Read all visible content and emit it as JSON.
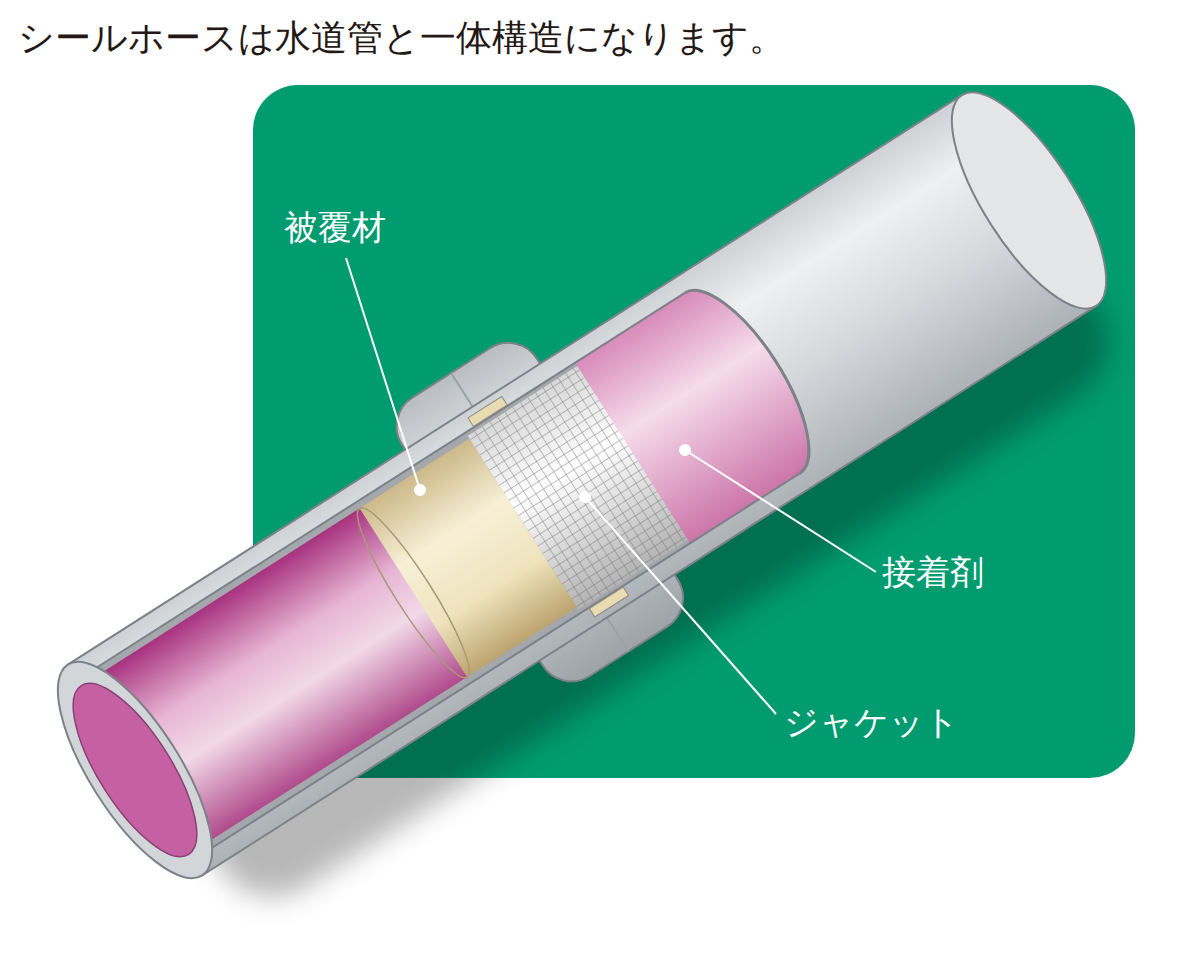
{
  "diagram": {
    "title": "シールホースは水道管と一体構造になります。",
    "labels": [
      "被覆材",
      "接着剤",
      "ジャケット"
    ]
  }
}
